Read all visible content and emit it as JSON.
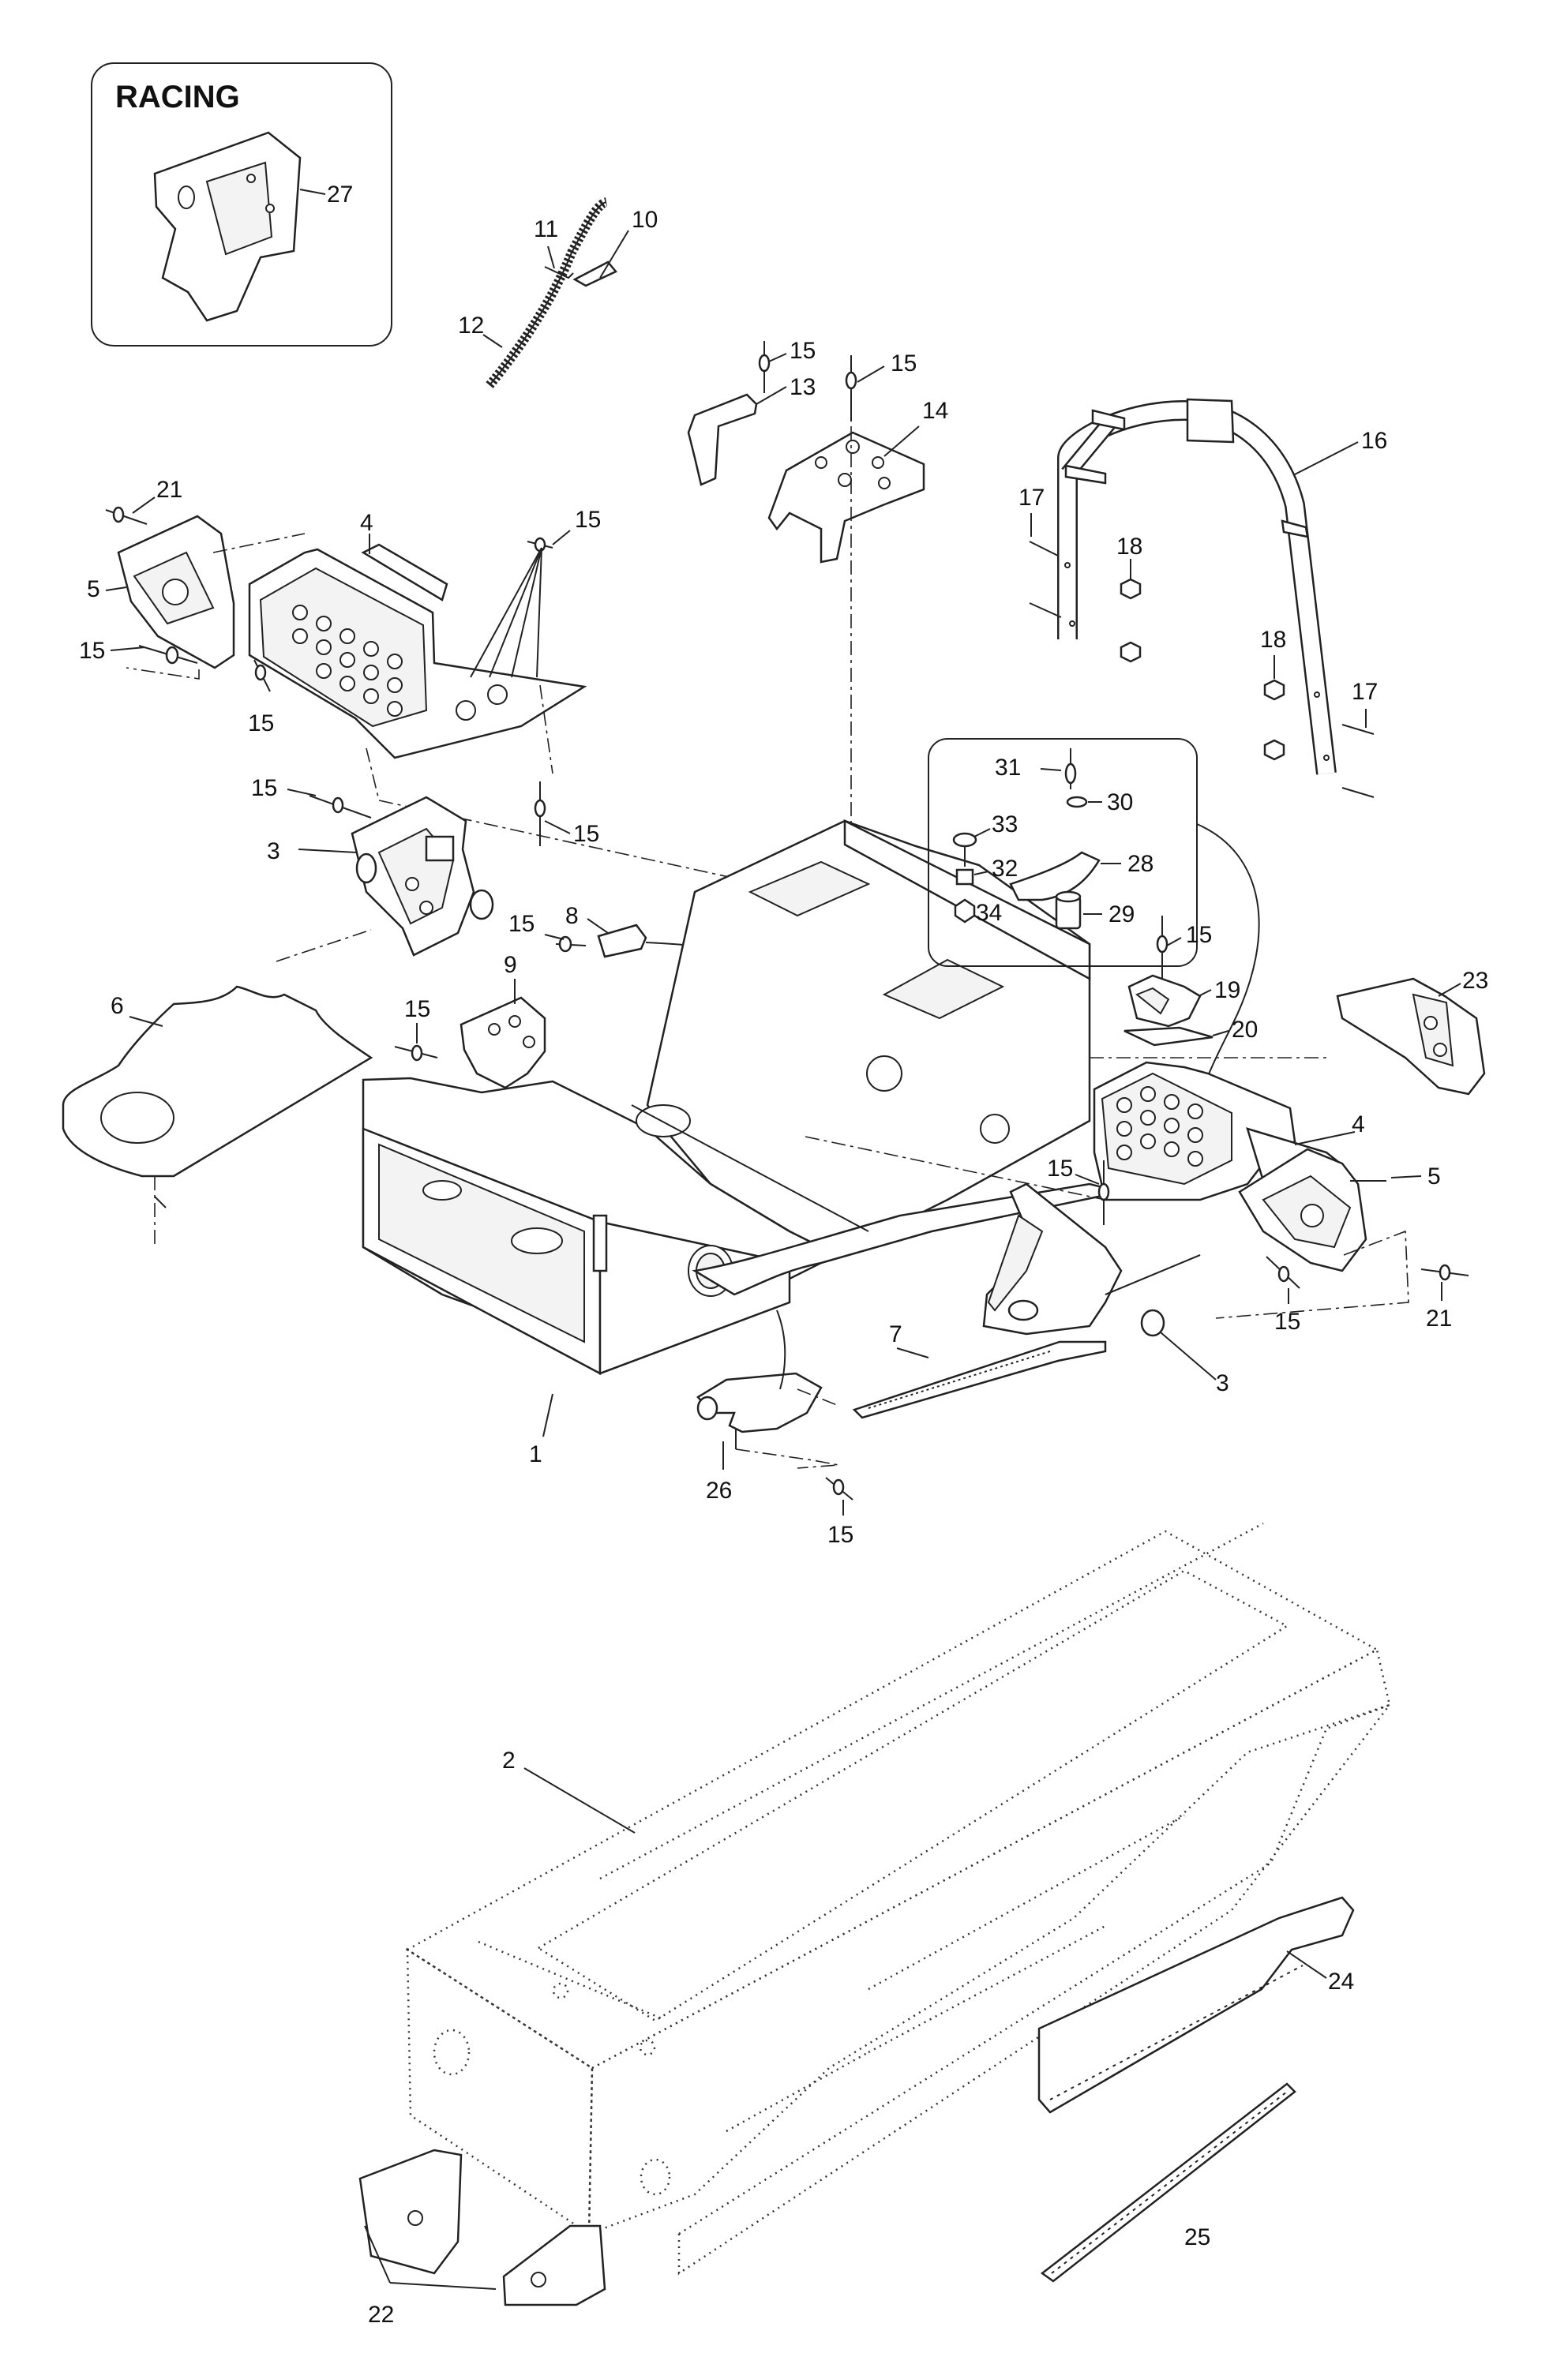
{
  "inset": {
    "title": "RACING"
  },
  "callouts": {
    "c27": "27",
    "c11": "11",
    "c10": "10",
    "c12": "12",
    "c15a": "15",
    "c13": "13",
    "c15b": "15",
    "c14": "14",
    "c16": "16",
    "c21a": "21",
    "c4a": "4",
    "c15c": "15",
    "c5a": "5",
    "c15d": "15",
    "c15e": "15",
    "c17a": "17",
    "c18a": "18",
    "c18b": "18",
    "c17b": "17",
    "c15f": "15",
    "c15g": "15",
    "c3a": "3",
    "c31": "31",
    "c30": "30",
    "c33": "33",
    "c32": "32",
    "c28": "28",
    "c34": "34",
    "c29": "29",
    "c15h": "15",
    "c8": "8",
    "c9": "9",
    "c6": "6",
    "c15i": "15",
    "c15j": "15",
    "c19": "19",
    "c20": "20",
    "c23": "23",
    "c4b": "4",
    "c15k": "15",
    "c5b": "5",
    "c15l": "15",
    "c21b": "21",
    "c7": "7",
    "c3b": "3",
    "c1": "1",
    "c26": "26",
    "c15m": "15",
    "c2": "2",
    "c24": "24",
    "c25": "25",
    "c22": "22"
  }
}
